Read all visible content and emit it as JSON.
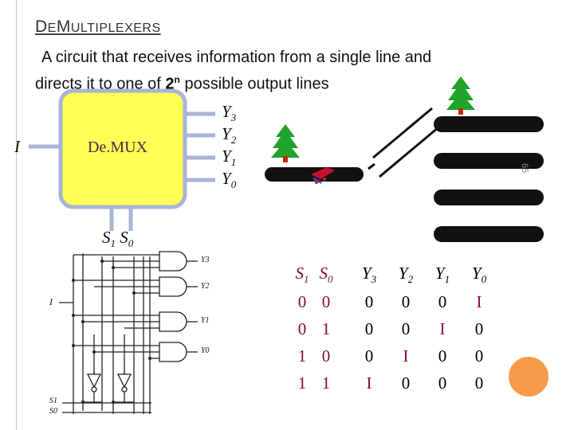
{
  "slide": {
    "title_first": "D",
    "title_first2": "E",
    "title_rest": "MULTIPLEXERS",
    "desc_line1": "A circuit that receives information from a single line and",
    "desc_line2_pre": "directs it to one of ",
    "desc_two": "2",
    "desc_n": "n",
    "desc_line2_post": " possible output lines",
    "slide_number": "65"
  },
  "block": {
    "label": "De.MUX",
    "input": "I",
    "outputs": [
      {
        "name": "Y",
        "sub": "3"
      },
      {
        "name": "Y",
        "sub": "2"
      },
      {
        "name": "Y",
        "sub": "1"
      },
      {
        "name": "Y",
        "sub": "0"
      }
    ],
    "selects": [
      {
        "name": "S",
        "sub": "1"
      },
      {
        "name": "S",
        "sub": "0"
      }
    ]
  },
  "circuit": {
    "input": "I",
    "outputs": [
      "Y3",
      "Y2",
      "Y1",
      "Y0"
    ],
    "selects": [
      "S1",
      "S0"
    ]
  },
  "truth_table": {
    "headers": [
      {
        "name": "S",
        "sub": "1"
      },
      {
        "name": "S",
        "sub": "0"
      },
      {
        "name": "Y",
        "sub": "3"
      },
      {
        "name": "Y",
        "sub": "2"
      },
      {
        "name": "Y",
        "sub": "1"
      },
      {
        "name": "Y",
        "sub": "0"
      }
    ],
    "rows": [
      [
        "0",
        "0",
        "0",
        "0",
        "0",
        "I"
      ],
      [
        "0",
        "1",
        "0",
        "0",
        "I",
        "0"
      ],
      [
        "1",
        "0",
        "0",
        "I",
        "0",
        "0"
      ],
      [
        "1",
        "1",
        "I",
        "0",
        "0",
        "0"
      ]
    ]
  },
  "colors": {
    "block_fill": "#ffff55",
    "block_border": "#a8b4d8",
    "tree_green": "#1fa32a",
    "tree_trunk": "#c02a10",
    "track": "#111111",
    "accent_circle": "#f79a4a"
  }
}
